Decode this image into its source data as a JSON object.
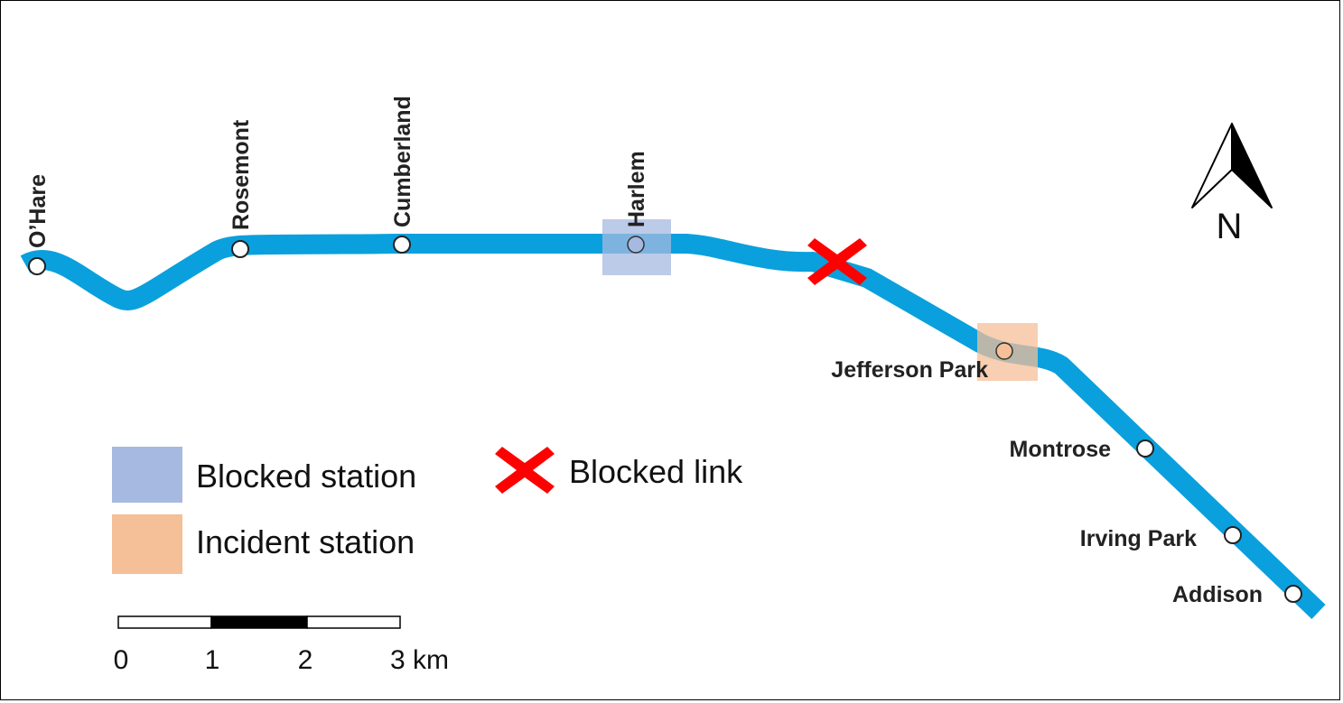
{
  "map": {
    "line_color": "#0aa0dd",
    "stations": [
      {
        "id": "ohare",
        "name": "O’Hare",
        "status": "normal"
      },
      {
        "id": "rosemont",
        "name": "Rosemont",
        "status": "normal"
      },
      {
        "id": "cumberland",
        "name": "Cumberland",
        "status": "normal"
      },
      {
        "id": "harlem",
        "name": "Harlem",
        "status": "blocked"
      },
      {
        "id": "jefferson-park",
        "name": "Jefferson Park",
        "status": "incident"
      },
      {
        "id": "montrose",
        "name": "Montrose",
        "status": "normal"
      },
      {
        "id": "irving-park",
        "name": "Irving Park",
        "status": "normal"
      },
      {
        "id": "addison",
        "name": "Addison",
        "status": "normal"
      }
    ],
    "blocked_link": {
      "from": "Harlem",
      "to": "Jefferson Park",
      "marker_color": "#ff0000"
    }
  },
  "legend": {
    "blocked_station": {
      "label": "Blocked station",
      "color": "#a6b9e0"
    },
    "incident_station": {
      "label": "Incident station",
      "color": "#f5bf98"
    },
    "blocked_link": {
      "label": "Blocked link",
      "color": "#ff0000"
    }
  },
  "scale_bar": {
    "ticks": [
      "0",
      "1",
      "2",
      "3 km"
    ]
  },
  "north_arrow": {
    "label": "N",
    "icon": "north-arrow-icon"
  }
}
